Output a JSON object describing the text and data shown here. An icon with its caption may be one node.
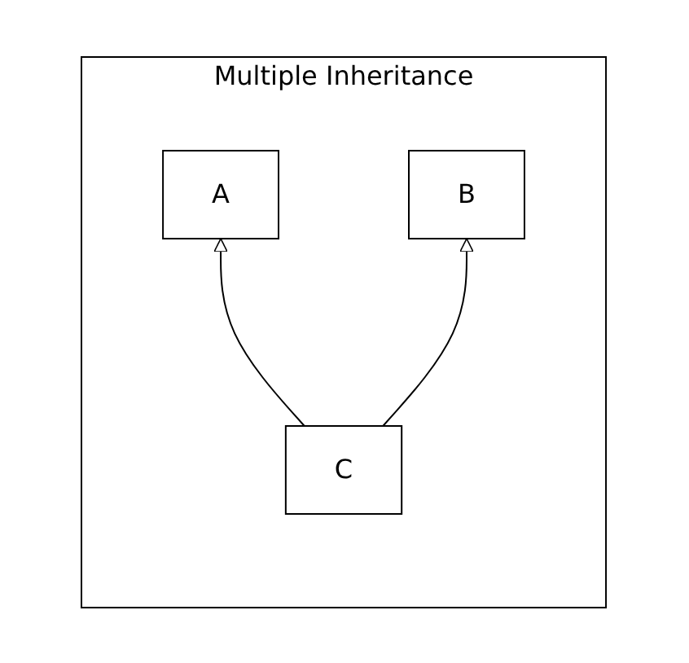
{
  "diagram": {
    "nodes": [
      {
        "text": [
          "Multiple Inheritance"
        ]
      },
      {
        "text": [
          "A"
        ],
        "in": 0
      },
      {
        "text": [
          "B"
        ],
        "in": 0
      },
      {
        "text": [
          "C"
        ],
        "in": 0
      }
    ],
    "edges": [
      {
        "from": 3,
        "to": 1,
        "arrow": "to"
      },
      {
        "from": 3,
        "to": 2,
        "arrow": "to"
      }
    ]
  }
}
